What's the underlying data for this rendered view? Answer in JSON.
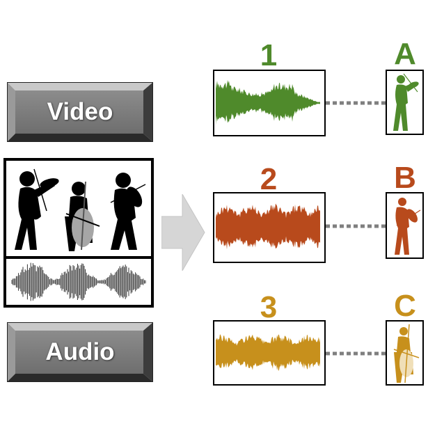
{
  "buttons": {
    "video_label": "Video",
    "audio_label": "Audio"
  },
  "sources": [
    {
      "number": "1",
      "letter": "A",
      "color": "#4f8a2b",
      "instrument": "violin"
    },
    {
      "number": "2",
      "letter": "B",
      "color": "#b84a1c",
      "instrument": "violin"
    },
    {
      "number": "3",
      "letter": "C",
      "color": "#c7901c",
      "instrument": "cello"
    }
  ],
  "colors": {
    "button_face": "#7d7d7d",
    "arrow": "#d6d6d6",
    "dotted_line": "#7f7f7f",
    "mix_wave": "#333333",
    "silhouette": "#000000",
    "cello_silhouette": "#a6a6a6"
  }
}
